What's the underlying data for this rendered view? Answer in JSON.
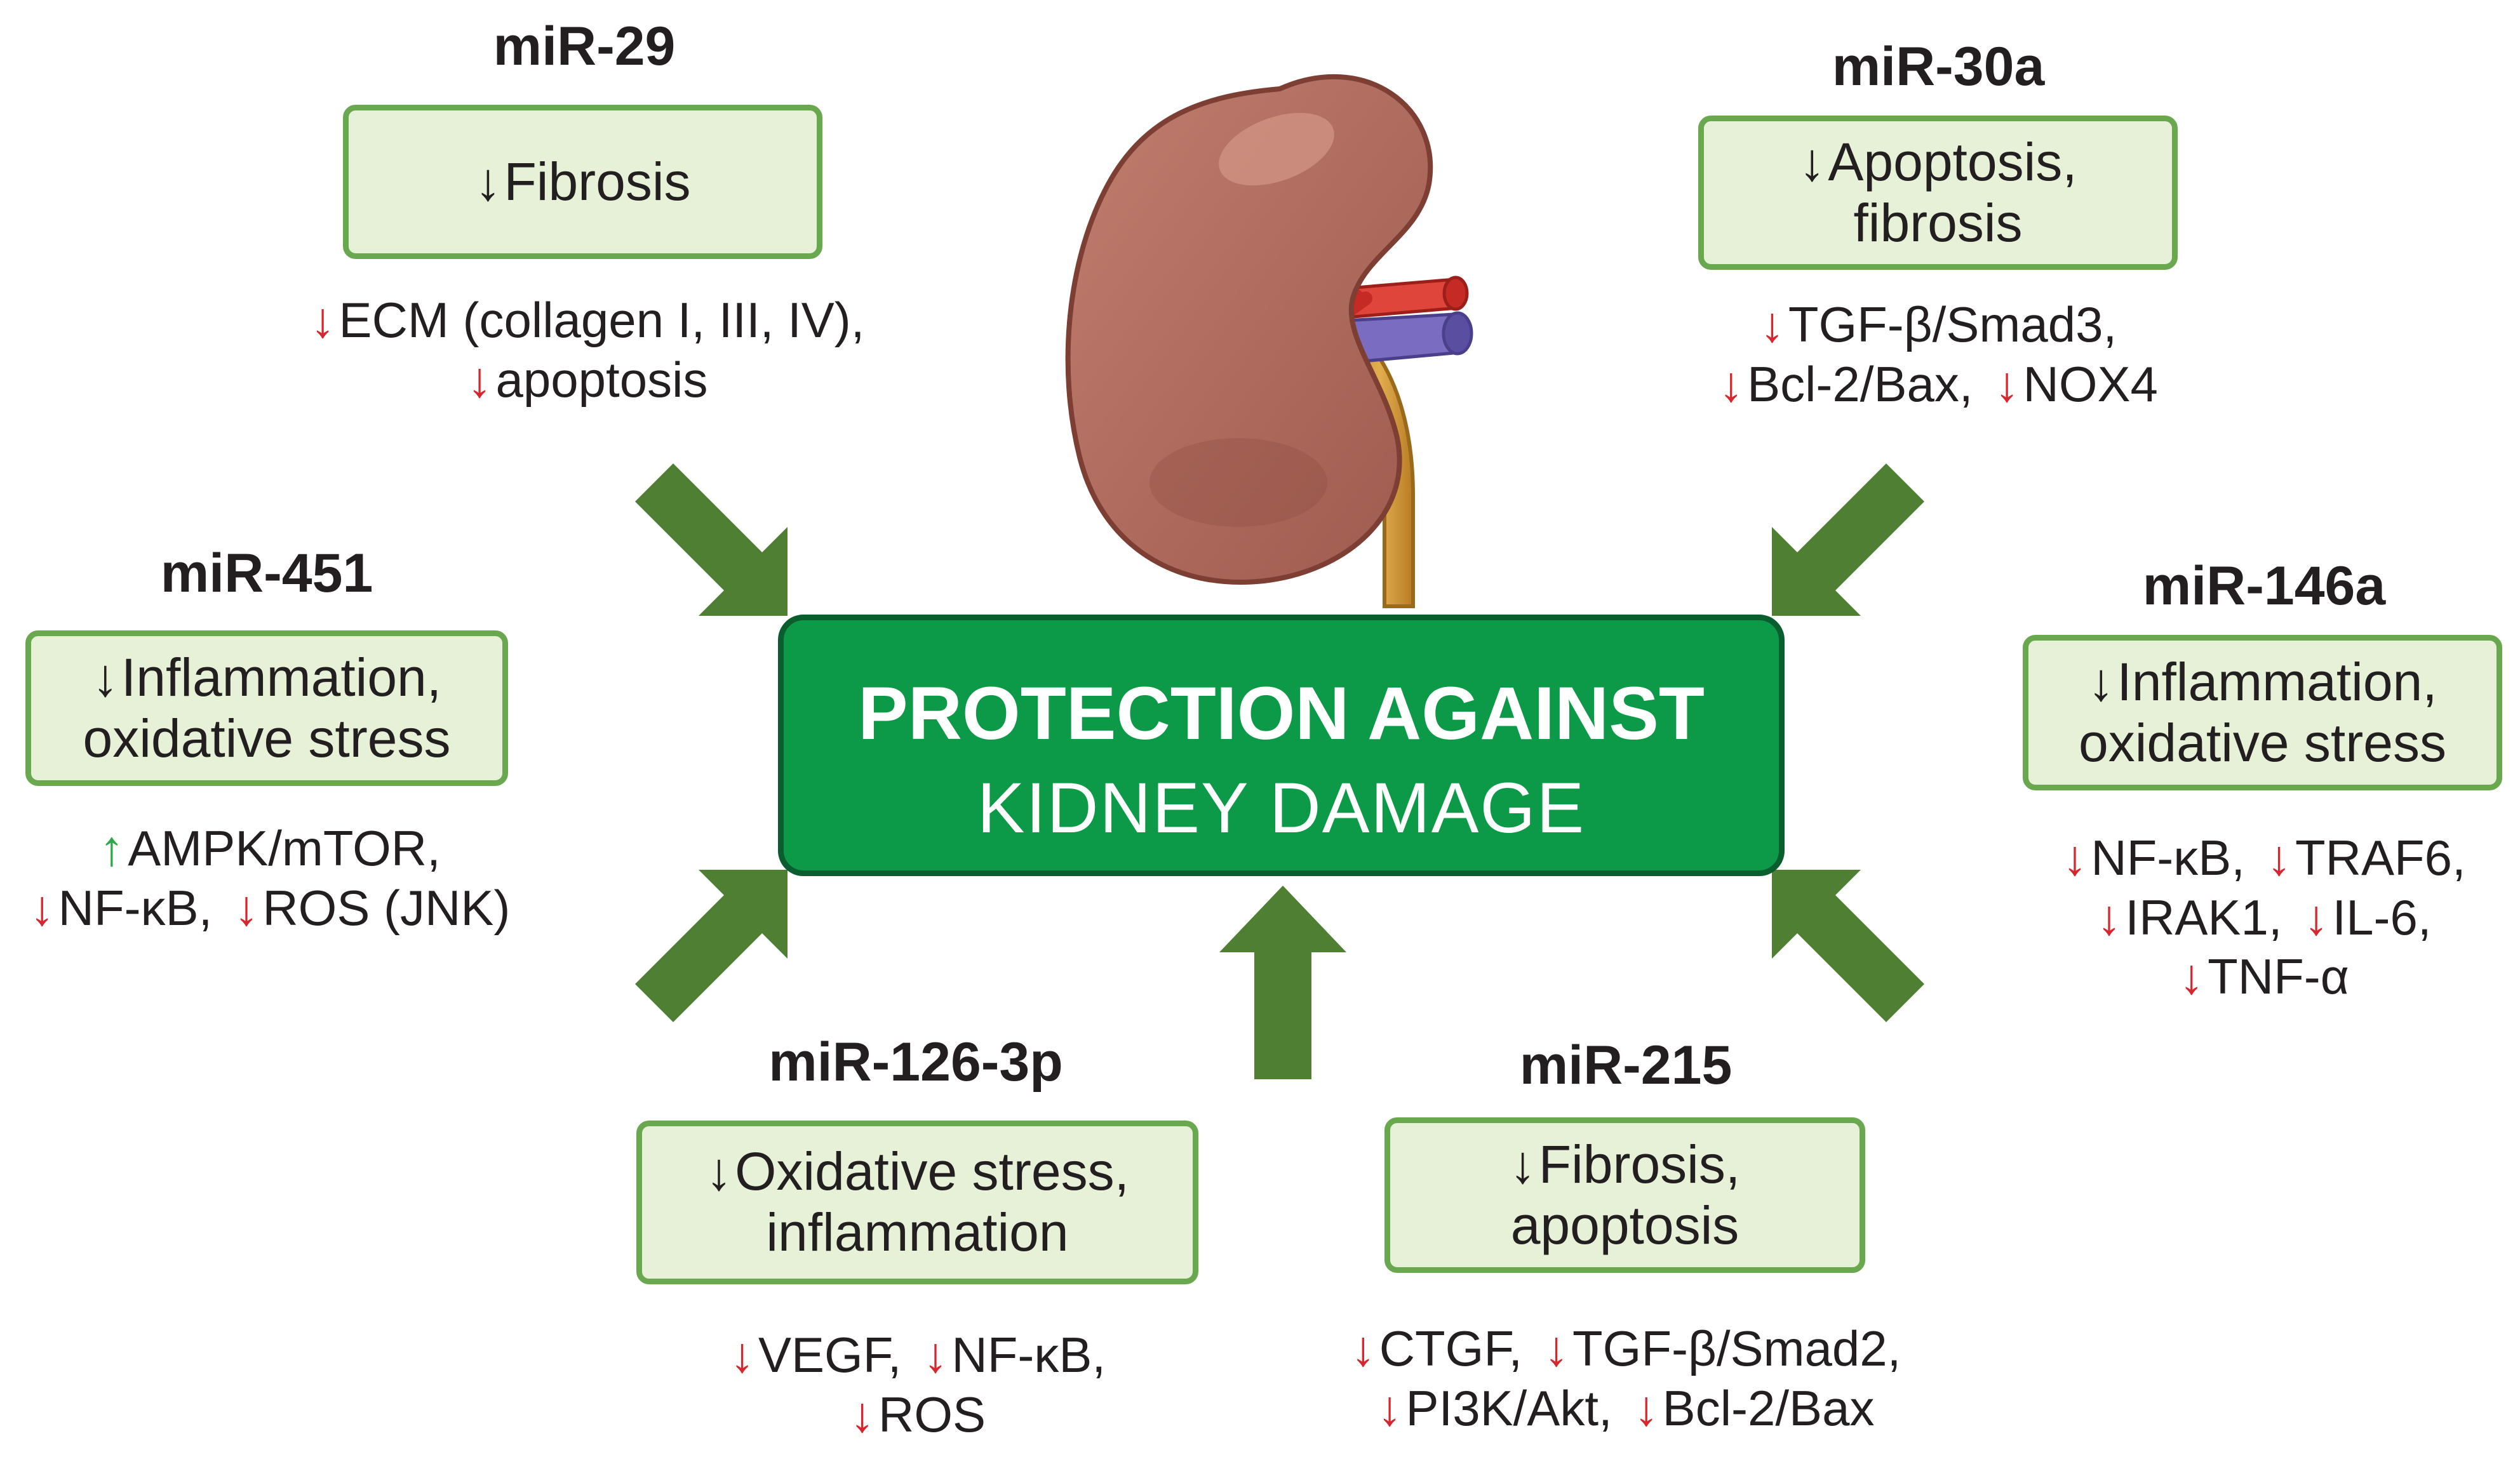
{
  "center": {
    "line1": "PROTECTION AGAINST",
    "line2": "KIDNEY DAMAGE"
  },
  "arrow_symbol": "↓",
  "up_symbol": "↑",
  "colors": {
    "box_fill": "#e6f1d8",
    "box_border": "#6aa84f",
    "center_fill": "#0d9a48",
    "center_border": "#0a5e2e",
    "arrow_green": "#4f7f32",
    "down_red": "#d7262e",
    "up_green": "#2ca84a"
  },
  "icons": {
    "kidney": "kidney-icon",
    "pointer": "green-block-arrow-icon"
  },
  "mirnas": {
    "mir29": {
      "name": "miR-29",
      "effect": [
        "Fibrosis"
      ],
      "lines": [
        [
          {
            "dir": "down",
            "text": "ECM (collagen I, III, IV),"
          }
        ],
        [
          {
            "dir": "down",
            "text": "apoptosis"
          }
        ]
      ]
    },
    "mir30a": {
      "name": "miR-30a",
      "effect": [
        "Apoptosis,",
        "fibrosis"
      ],
      "lines": [
        [
          {
            "dir": "down",
            "text": "TGF-β/Smad3,"
          }
        ],
        [
          {
            "dir": "down",
            "text": "Bcl-2/Bax,"
          },
          {
            "dir": "down",
            "text": "NOX4"
          }
        ]
      ]
    },
    "mir451": {
      "name": "miR-451",
      "effect": [
        "Inflammation,",
        "oxidative stress"
      ],
      "lines": [
        [
          {
            "dir": "up",
            "text": "AMPK/mTOR,"
          }
        ],
        [
          {
            "dir": "down",
            "text": "NF-κB,"
          },
          {
            "dir": "down",
            "text": "ROS (JNK)"
          }
        ]
      ]
    },
    "mir146a": {
      "name": "miR-146a",
      "effect": [
        "Inflammation,",
        "oxidative stress"
      ],
      "lines": [
        [
          {
            "dir": "down",
            "text": "NF-κB,"
          },
          {
            "dir": "down",
            "text": "TRAF6,"
          }
        ],
        [
          {
            "dir": "down",
            "text": "IRAK1,"
          },
          {
            "dir": "down",
            "text": "IL-6,"
          }
        ],
        [
          {
            "dir": "down",
            "text": "TNF-α"
          }
        ]
      ]
    },
    "mir126": {
      "name": "miR-126-3p",
      "effect": [
        "Oxidative stress,",
        "inflammation"
      ],
      "lines": [
        [
          {
            "dir": "down",
            "text": "VEGF,"
          },
          {
            "dir": "down",
            "text": "NF-κB,"
          }
        ],
        [
          {
            "dir": "down",
            "text": "ROS"
          }
        ]
      ]
    },
    "mir215": {
      "name": "miR-215",
      "effect": [
        "Fibrosis,",
        "apoptosis"
      ],
      "lines": [
        [
          {
            "dir": "down",
            "text": "CTGF,"
          },
          {
            "dir": "down",
            "text": "TGF-β/Smad2,"
          }
        ],
        [
          {
            "dir": "down",
            "text": "PI3K/Akt,"
          },
          {
            "dir": "down",
            "text": "Bcl-2/Bax"
          }
        ]
      ]
    }
  }
}
